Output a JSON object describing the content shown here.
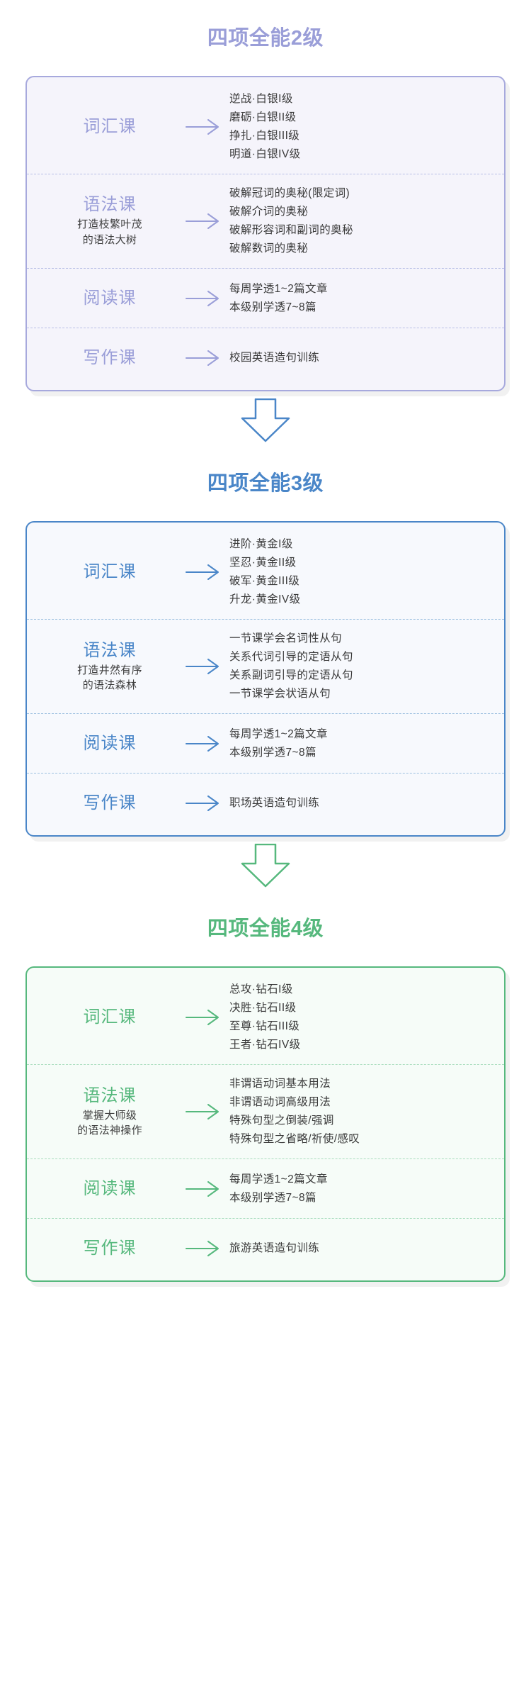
{
  "page": {
    "course_arrow_icon": "right-arrow-icon",
    "connector_icon": "down-arrow-icon"
  },
  "levels": [
    {
      "title": "四项全能2级",
      "theme": "purple",
      "accent": "#9a9ed8",
      "border": "#a7a9dd",
      "background": "#f5f4fb",
      "rows": [
        {
          "label": "词汇课",
          "sublabel": "",
          "items": [
            "逆战·白银I级",
            "磨砺·白银II级",
            "挣扎·白银III级",
            "明道·白银IV级"
          ]
        },
        {
          "label": "语法课",
          "sublabel_line1": "打造枝繁叶茂",
          "sublabel_line2": "的语法大树",
          "items": [
            "破解冠词的奥秘(限定词)",
            "破解介词的奥秘",
            "破解形容词和副词的奥秘",
            "破解数词的奥秘"
          ]
        },
        {
          "label": "阅读课",
          "sublabel": "",
          "items": [
            "每周学透1~2篇文章",
            "本级别学透7~8篇"
          ]
        },
        {
          "label": "写作课",
          "sublabel": "",
          "items": [
            "校园英语造句训练"
          ]
        }
      ]
    },
    {
      "title": "四项全能3级",
      "theme": "blue",
      "accent": "#4a86c8",
      "border": "#4a86c8",
      "background": "#f7f9fd",
      "rows": [
        {
          "label": "词汇课",
          "sublabel": "",
          "items": [
            "进阶·黄金I级",
            "坚忍·黄金II级",
            "破军·黄金III级",
            "升龙·黄金IV级"
          ]
        },
        {
          "label": "语法课",
          "sublabel_line1": "打造井然有序",
          "sublabel_line2": "的语法森林",
          "items": [
            "一节课学会名词性从句",
            "关系代词引导的定语从句",
            "关系副词引导的定语从句",
            "一节课学会状语从句"
          ]
        },
        {
          "label": "阅读课",
          "sublabel": "",
          "items": [
            "每周学透1~2篇文章",
            "本级别学透7~8篇"
          ]
        },
        {
          "label": "写作课",
          "sublabel": "",
          "items": [
            "职场英语造句训练"
          ]
        }
      ]
    },
    {
      "title": "四项全能4级",
      "theme": "green",
      "accent": "#56b87d",
      "border": "#56b87d",
      "background": "#f6fcf8",
      "rows": [
        {
          "label": "词汇课",
          "sublabel": "",
          "items": [
            "总攻·钻石I级",
            "决胜·钻石II级",
            "至尊·钻石III级",
            "王者·钻石IV级"
          ]
        },
        {
          "label": "语法课",
          "sublabel_line1": "掌握大师级",
          "sublabel_line2": "的语法神操作",
          "items": [
            "非谓语动词基本用法",
            "非谓语动词高级用法",
            "特殊句型之倒装/强调",
            "特殊句型之省略/祈使/感叹"
          ]
        },
        {
          "label": "阅读课",
          "sublabel": "",
          "items": [
            "每周学透1~2篇文章",
            "本级别学透7~8篇"
          ]
        },
        {
          "label": "写作课",
          "sublabel": "",
          "items": [
            "旅游英语造句训练"
          ]
        }
      ]
    }
  ]
}
